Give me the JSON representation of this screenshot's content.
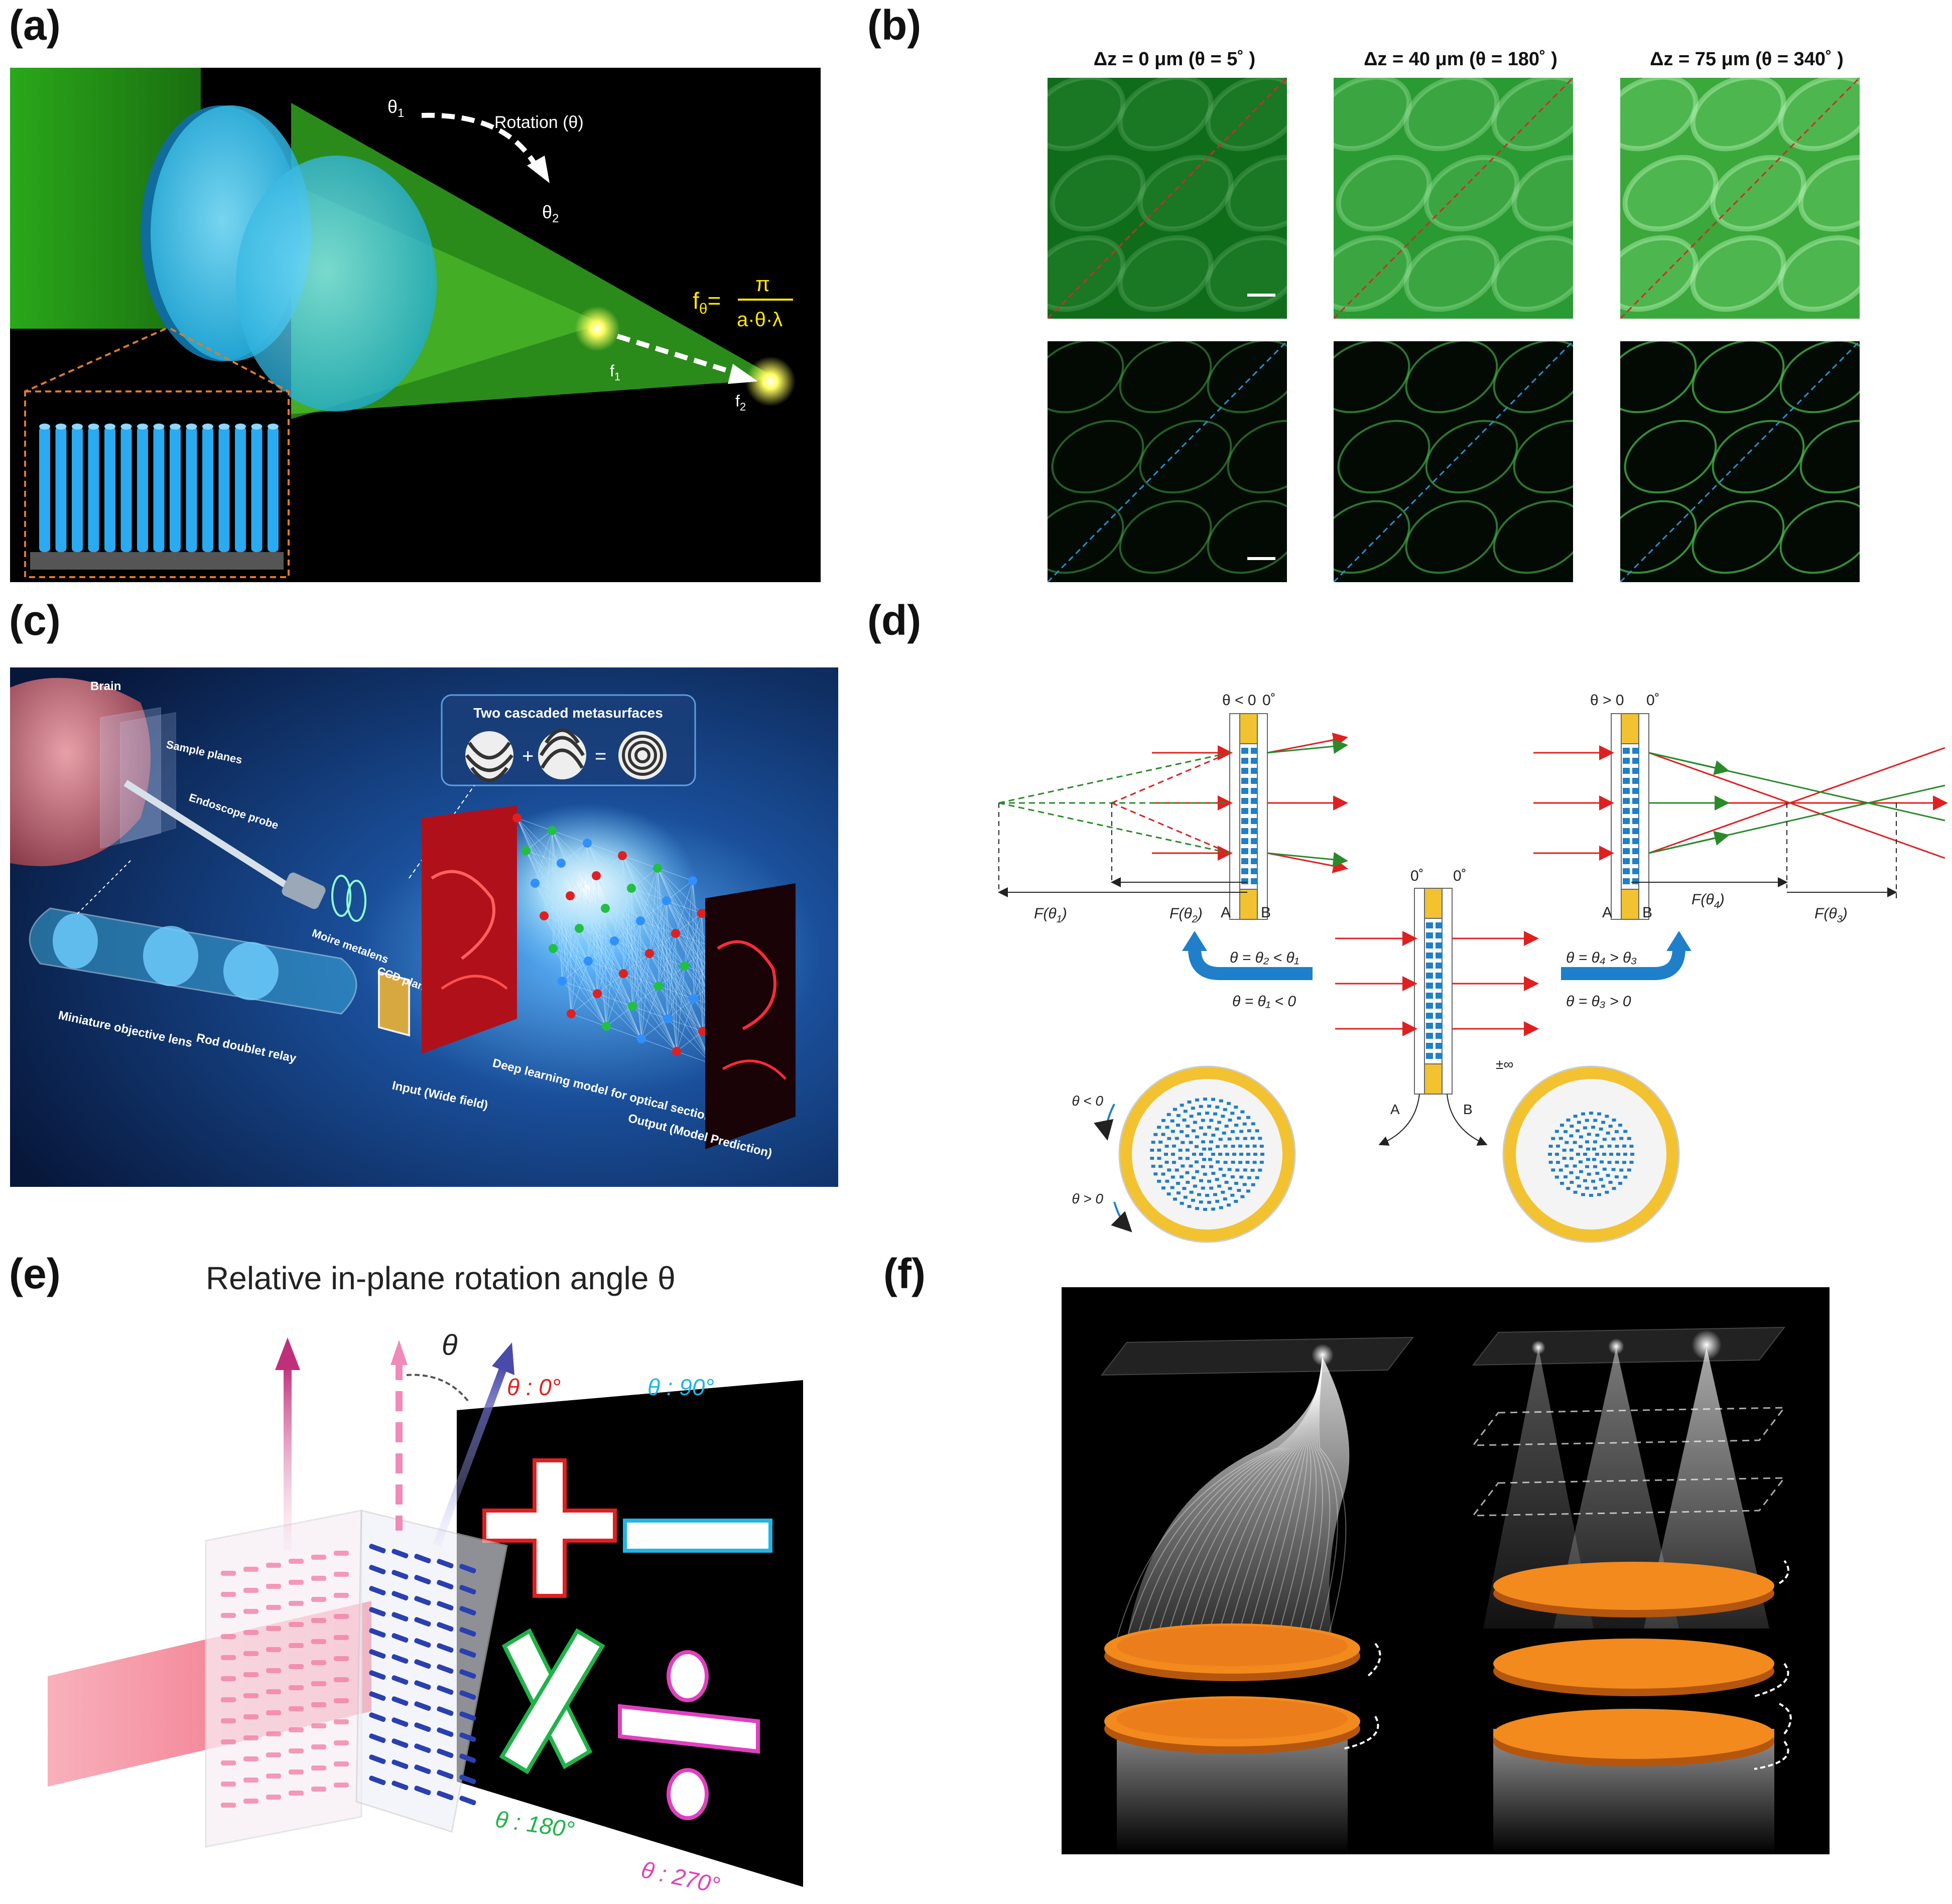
{
  "panel_labels": {
    "a": "(a)",
    "b": "(b)",
    "c": "(c)",
    "d": "(d)",
    "e": "(e)",
    "f": "(f)"
  },
  "panel_a": {
    "theta1": "θ",
    "theta1_sub": "1",
    "theta2": "θ",
    "theta2_sub": "2",
    "rotation_label": "Rotation (θ)",
    "f1": "f",
    "f1_sub": "1",
    "f2": "f",
    "f2_sub": "2",
    "formula_lhs": "f",
    "formula_lhs_sub": "θ",
    "formula_eq": "=",
    "formula_num": "π",
    "formula_den": "a·θ·λ",
    "colors": {
      "background": "#000000",
      "beam": "#3fbf1f",
      "lens": "#5fd6ff",
      "formula": "#ffe800",
      "inset_border": "#e07a2a"
    }
  },
  "panel_b": {
    "col_titles": [
      "Δz = 0 μm (θ = 5˚ )",
      "Δz = 40 μm (θ = 180˚ )",
      "Δz = 75 μm (θ = 340˚ )"
    ],
    "colors": {
      "top_line": "#d12a2a",
      "bottom_line": "#2a8fd1",
      "tissue": "#2fa63a"
    }
  },
  "panel_c": {
    "brain": "Brain",
    "sample_planes": "Sample planes",
    "endoscope_probe": "Endoscope probe",
    "moire_metalens": "Moire metalens",
    "ccd_plane": "CCD plane",
    "two_cascaded": "Two cascaded metasurfaces",
    "plus": "+",
    "equals": "=",
    "miniature_objective": "Miniature objective lens",
    "rod_doublet": "Rod doublet relay",
    "input": "Input (Wide field)",
    "deep_learning": "Deep learning model for optical sectioning",
    "output": "Output (Model Prediction)",
    "colors": {
      "background": "#0a2a6a",
      "glow": "#8fd8ff",
      "red_image": "#c8141e"
    }
  },
  "panel_d": {
    "left_theta": "θ < 0",
    "left_zero": "0˚",
    "right_theta": "θ > 0",
    "right_zero": "0˚",
    "mid_zero_a": "0˚",
    "mid_zero_b": "0˚",
    "F_theta1": "F(θ",
    "F_theta1_sub": "1",
    "F_close": ")",
    "F_theta2": "F(θ",
    "F_theta2_sub": "2",
    "F_theta4": "F(θ",
    "F_theta4_sub": "4",
    "F_theta3": "F(θ",
    "F_theta3_sub": "3",
    "label_A": "A",
    "label_B": "B",
    "left_cond_top": "θ = θ₂ < θ₁",
    "left_cond_bottom": "θ = θ₁ < 0",
    "right_cond_top": "θ = θ₄ > θ₃",
    "right_cond_bottom": "θ = θ₃ > 0",
    "infinity": "±∞",
    "disc_left_top": "θ < 0",
    "disc_left_bottom": "θ > 0",
    "colors": {
      "red_ray": "#e02020",
      "green_ray": "#2a8a2a",
      "blue": "#1f7fc8",
      "gold": "#f2c230"
    }
  },
  "panel_e": {
    "title": "Relative in-plane rotation angle θ",
    "theta": "θ",
    "angle_0": "θ : 0°",
    "angle_90": "θ : 90°",
    "angle_180": "θ : 180°",
    "angle_270": "θ : 270°",
    "colors": {
      "plus": "#e02020",
      "minus": "#1fb6e6",
      "times": "#1fb34a",
      "divide": "#e040c0",
      "beam": "#f07a8a"
    }
  },
  "panel_f": {
    "colors": {
      "background": "#000000",
      "disc": "#f28a1e",
      "light": "#ffffff"
    }
  }
}
